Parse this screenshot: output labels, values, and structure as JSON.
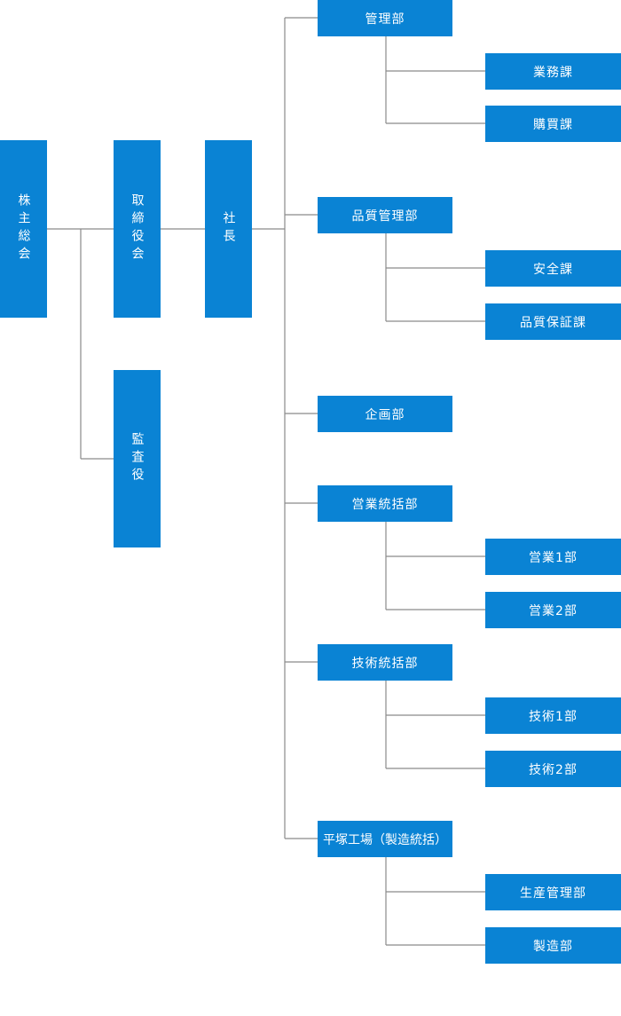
{
  "org": {
    "shareholders": "株主総会",
    "board": "取締役会",
    "auditor": "監査役",
    "president": "社長",
    "departments": [
      {
        "name": "管理部",
        "sections": [
          "業務課",
          "購買課"
        ]
      },
      {
        "name": "品質管理部",
        "sections": [
          "安全課",
          "品質保証課"
        ]
      },
      {
        "name": "企画部",
        "sections": []
      },
      {
        "name": "営業統括部",
        "sections": [
          "営業1部",
          "営業2部"
        ]
      },
      {
        "name": "技術統括部",
        "sections": [
          "技術1部",
          "技術2部"
        ]
      },
      {
        "name": "平塚工場（製造統括）",
        "sections": [
          "生産管理部",
          "製造部"
        ]
      }
    ]
  },
  "colors": {
    "box": "#0a83d4",
    "line": "#8a8a8a",
    "text": "#ffffff"
  }
}
